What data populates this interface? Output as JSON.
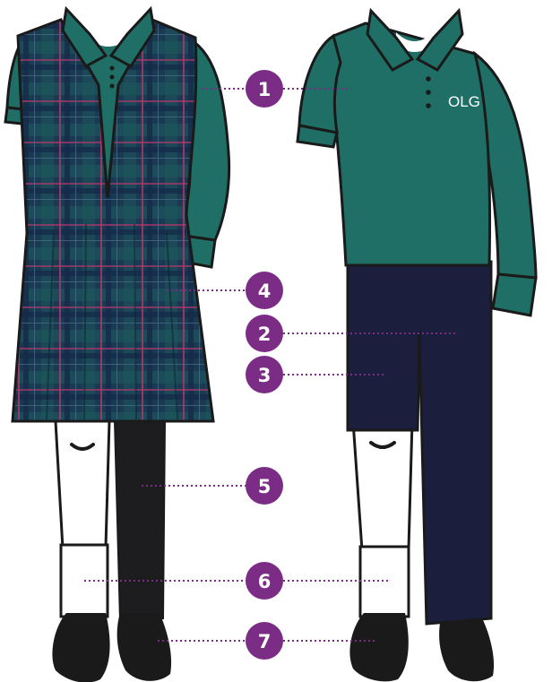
{
  "colors": {
    "shirt": "#1f6f67",
    "shirt_dark": "#16574f",
    "plaid_base": "#1a3a52",
    "trousers": "#1b1f3d",
    "tights": "#1d1d1f",
    "shoe": "#1a1a1a",
    "sock": "#ffffff",
    "outline": "#1a1a1a",
    "accent": "#7b2d86"
  },
  "shirt_logo": "OLG",
  "markers": [
    {
      "label": "1"
    },
    {
      "label": "4"
    },
    {
      "label": "2"
    },
    {
      "label": "3"
    },
    {
      "label": "5"
    },
    {
      "label": "6"
    },
    {
      "label": "7"
    }
  ]
}
